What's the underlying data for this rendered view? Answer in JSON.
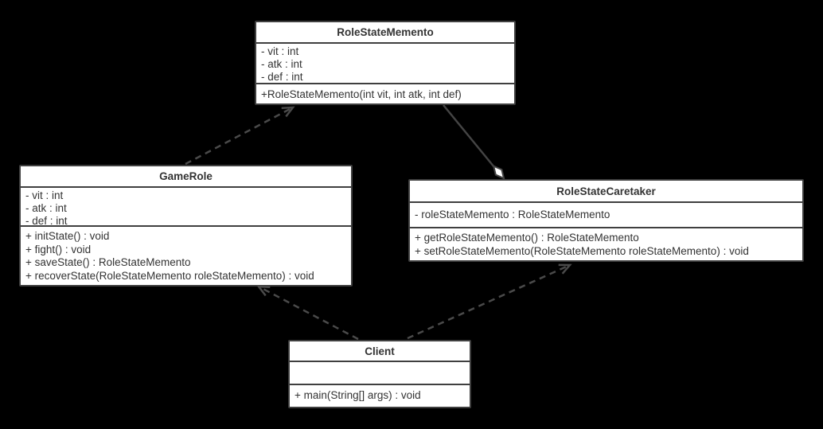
{
  "diagram": {
    "title": "Memento pattern UML class diagram",
    "colors": {
      "background": "#000000",
      "box_fill": "#ffffff",
      "box_border": "#3f3f3f",
      "text": "#333333",
      "line_dashed": "#4a4a4a",
      "line_solid": "#444444",
      "diamond_fill": "#ffffff"
    }
  },
  "classes": [
    {
      "name": "RoleStateMemento",
      "attributes": [
        "- vit : int",
        "- atk : int",
        "- def : int"
      ],
      "methods": [
        "+RoleStateMemento(int vit, int atk, int def)"
      ]
    },
    {
      "name": "GameRole",
      "attributes": [
        "- vit : int",
        "- atk : int",
        "- def : int"
      ],
      "methods": [
        "+ initState() : void",
        "+ fight() : void",
        "+ saveState() : RoleStateMemento",
        "+ recoverState(RoleStateMemento roleStateMemento) : void"
      ]
    },
    {
      "name": "RoleStateCaretaker",
      "attributes": [
        "- roleStateMemento : RoleStateMemento"
      ],
      "methods": [
        "+ getRoleStateMemento() : RoleStateMemento",
        "+ setRoleStateMemento(RoleStateMemento roleStateMemento) : void"
      ]
    },
    {
      "name": "Client",
      "attributes": [],
      "methods": [
        "+ main(String[] args) : void"
      ]
    }
  ],
  "relationships": [
    {
      "type": "dependency",
      "from": "GameRole",
      "to": "RoleStateMemento",
      "line": "dashed",
      "head": "open-arrow"
    },
    {
      "type": "aggregation",
      "from": "RoleStateCaretaker",
      "to": "RoleStateMemento",
      "line": "solid",
      "head": "hollow-diamond"
    },
    {
      "type": "dependency",
      "from": "Client",
      "to": "GameRole",
      "line": "dashed",
      "head": "open-arrow"
    },
    {
      "type": "dependency",
      "from": "Client",
      "to": "RoleStateCaretaker",
      "line": "dashed",
      "head": "open-arrow"
    }
  ]
}
